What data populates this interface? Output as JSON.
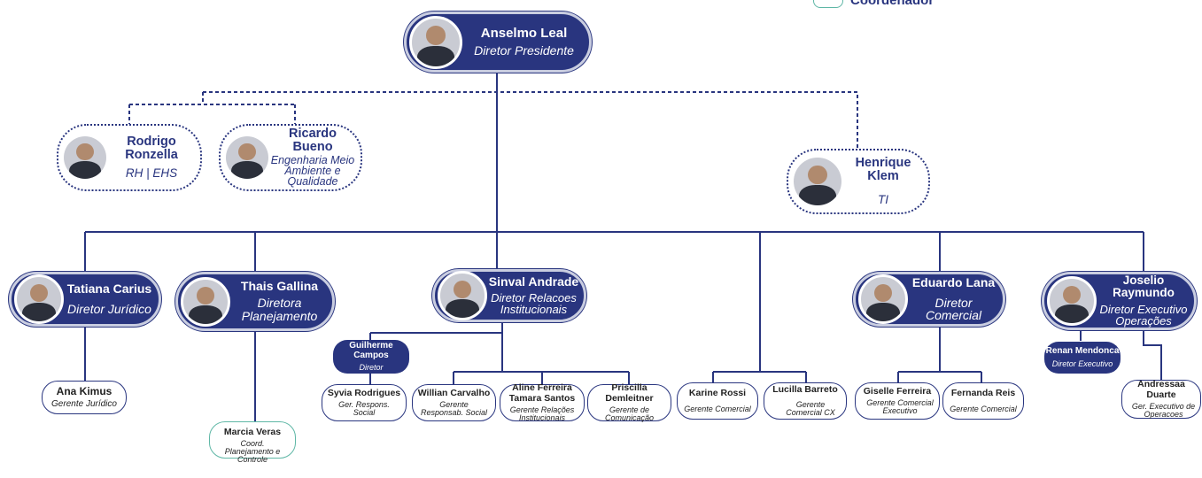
{
  "legend": {
    "label": "Coordenador"
  },
  "president": {
    "name": "Anselmo Leal",
    "role": "Diretor Presidente"
  },
  "staff": [
    {
      "name": "Rodrigo Ronzella",
      "role": "RH | EHS"
    },
    {
      "name": "Ricardo Bueno",
      "role": "Engenharia Meio Ambiente e Qualidade"
    },
    {
      "name": "Henrique Klem",
      "role": "TI"
    }
  ],
  "directors": [
    {
      "name": "Tatiana Carius",
      "role": "Diretor Jurídico"
    },
    {
      "name": "Thais Gallina",
      "role": "Diretora Planejamento"
    },
    {
      "name": "Sinval Andrade",
      "role": "Diretor Relacoes Institucionais"
    },
    {
      "name": "Eduardo Lana",
      "role": "Diretor Comercial"
    },
    {
      "name": "Joselio Raymundo",
      "role": "Diretor Executivo Operações"
    }
  ],
  "sub_directors": [
    {
      "name": "Guilherme Campos",
      "role": "Diretor"
    },
    {
      "name": "Renan Mendonca",
      "role": "Diretor Executivo"
    }
  ],
  "managers": [
    {
      "name": "Ana Kimus",
      "role": "Gerente Jurídico"
    },
    {
      "name": "Marcia Veras",
      "role": "Coord. Planejamento e Controle"
    },
    {
      "name": "Syvia Rodrigues",
      "role": "Ger. Respons. Social"
    },
    {
      "name": "Willian Carvalho",
      "role": "Gerente Responsab. Social"
    },
    {
      "name": "Aline Ferreira Tamara Santos",
      "role": "Gerente Relações Institucionais"
    },
    {
      "name": "Priscilla Demleitner",
      "role": "Gerente de Comunicação"
    },
    {
      "name": "Karine Rossi",
      "role": "Gerente Comercial"
    },
    {
      "name": "Lucilla Barreto",
      "role": "Gerente Comercial CX"
    },
    {
      "name": "Giselle Ferreira",
      "role": "Gerente Comercial Executivo"
    },
    {
      "name": "Fernanda Reis",
      "role": "Gerente Comercial"
    },
    {
      "name": "Andressaa Duarte",
      "role": "Ger. Executivo de Operacoes"
    }
  ],
  "colors": {
    "primary": "#29357f",
    "teal": "#5fb7a6",
    "photo_bg": "#c9cbd3"
  },
  "icons": {
    "photo": "person-photo-icon"
  }
}
